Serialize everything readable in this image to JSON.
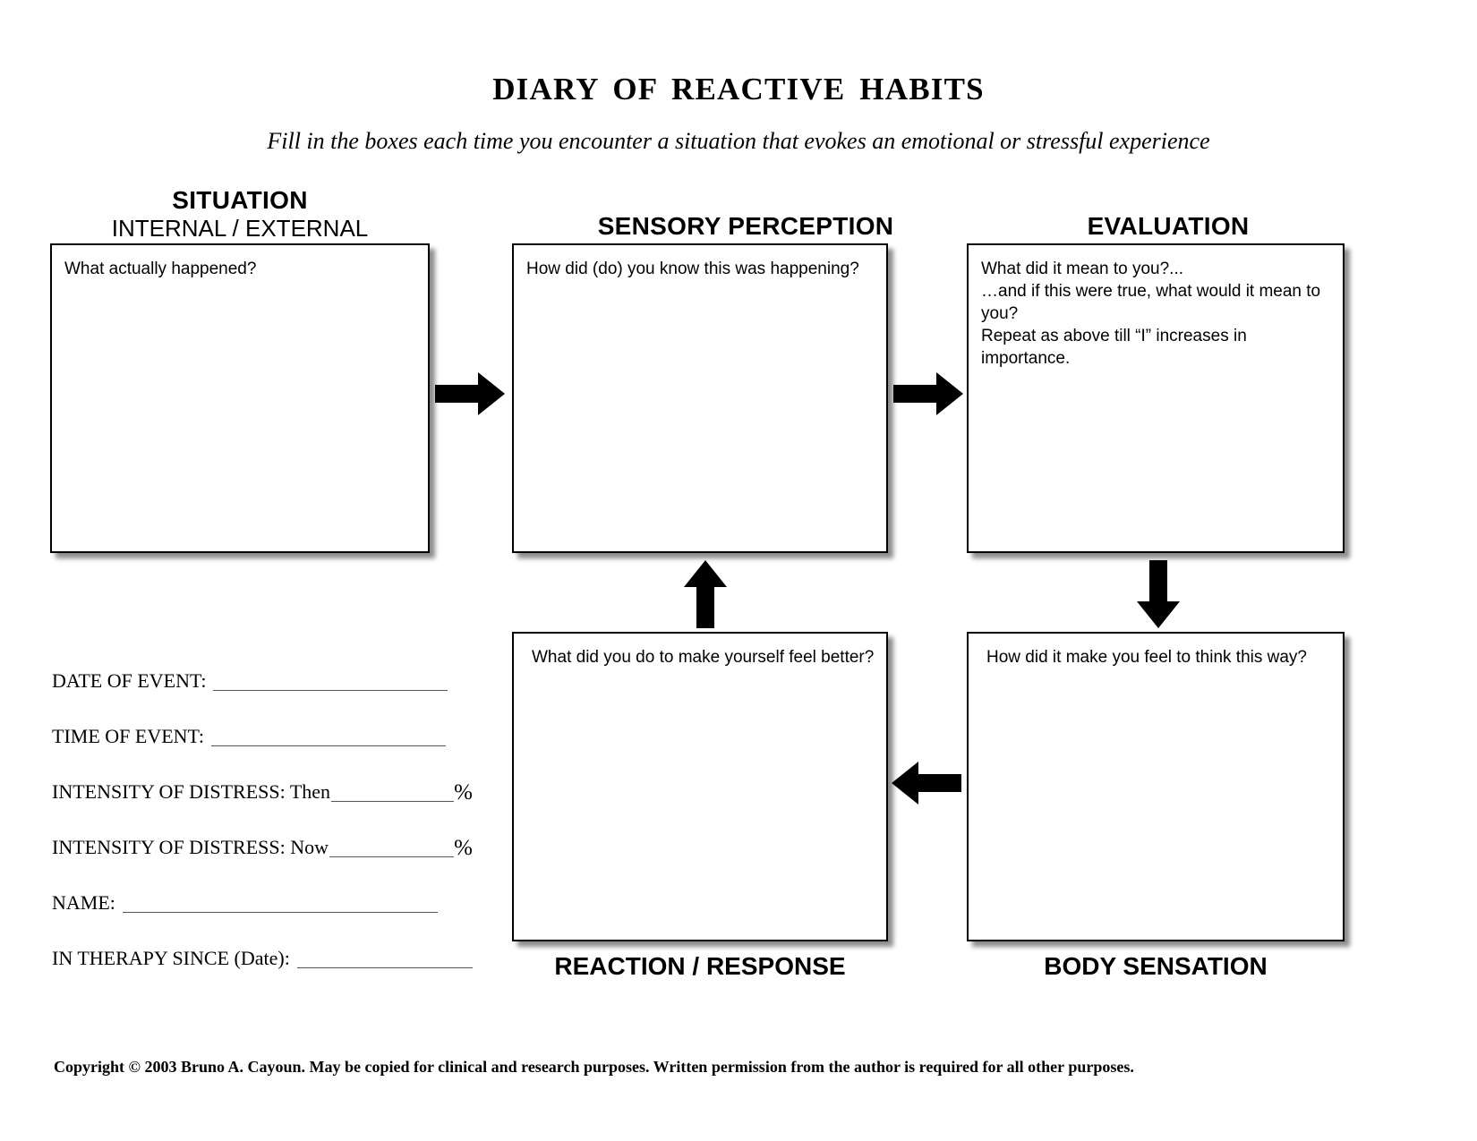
{
  "document": {
    "title": "DIARY OF  REACTIVE  HABITS",
    "subtitle": "Fill in the boxes each time you encounter a situation that evokes an emotional or stressful experience",
    "footer": "Copyright © 2003 Bruno A. Cayoun. May be copied for clinical and research purposes. Written permission from the author is required for all other purposes."
  },
  "sections": {
    "situation": {
      "heading": "SITUATION",
      "subheading": "INTERNAL / EXTERNAL",
      "prompt": "What actually happened?"
    },
    "sensory_perception": {
      "heading": "SENSORY PERCEPTION",
      "prompt": "How did (do) you know this was happening?"
    },
    "evaluation": {
      "heading": "EVALUATION",
      "prompt": "What did it mean to you?...\n…and if this were true, what would it mean to you?\nRepeat as above till “I” increases in importance."
    },
    "body_sensation": {
      "label": "BODY SENSATION",
      "prompt": "How did it make you feel to think this way?"
    },
    "reaction_response": {
      "label": "REACTION / RESPONSE",
      "prompt": "What did you do to make yourself feel better?"
    }
  },
  "form_fields": {
    "date_of_event": "DATE OF EVENT:",
    "time_of_event": "TIME OF EVENT:",
    "intensity_then": "INTENSITY OF DISTRESS: Then",
    "intensity_now": "INTENSITY OF DISTRESS: Now",
    "name": "NAME:",
    "in_therapy_since": "IN THERAPY SINCE (Date):",
    "percent_symbol": "%"
  },
  "colors": {
    "ink": "#000000",
    "paper": "#ffffff",
    "rule": "#555555"
  }
}
